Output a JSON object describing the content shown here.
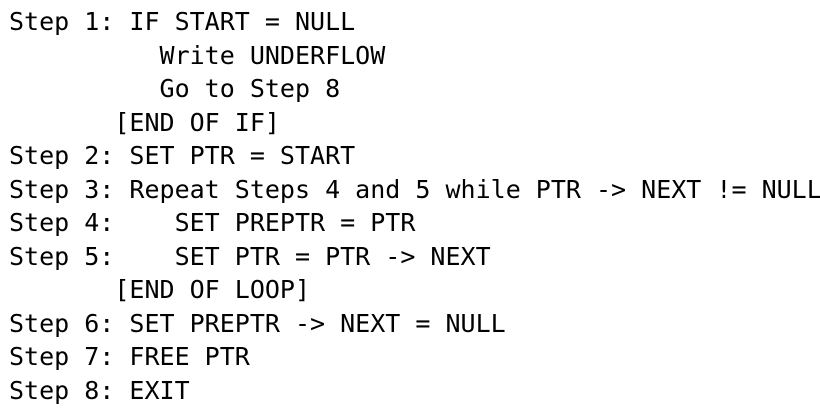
{
  "algorithm": {
    "lines": [
      "Step 1: IF START = NULL",
      "          Write UNDERFLOW",
      "          Go to Step 8",
      "       [END OF IF]",
      "Step 2: SET PTR = START",
      "Step 3: Repeat Steps 4 and 5 while PTR -> NEXT != NULL",
      "Step 4:    SET PREPTR = PTR",
      "Step 5:    SET PTR = PTR -> NEXT",
      "       [END OF LOOP]",
      "Step 6: SET PREPTR -> NEXT = NULL",
      "Step 7: FREE PTR",
      "Step 8: EXIT"
    ]
  }
}
